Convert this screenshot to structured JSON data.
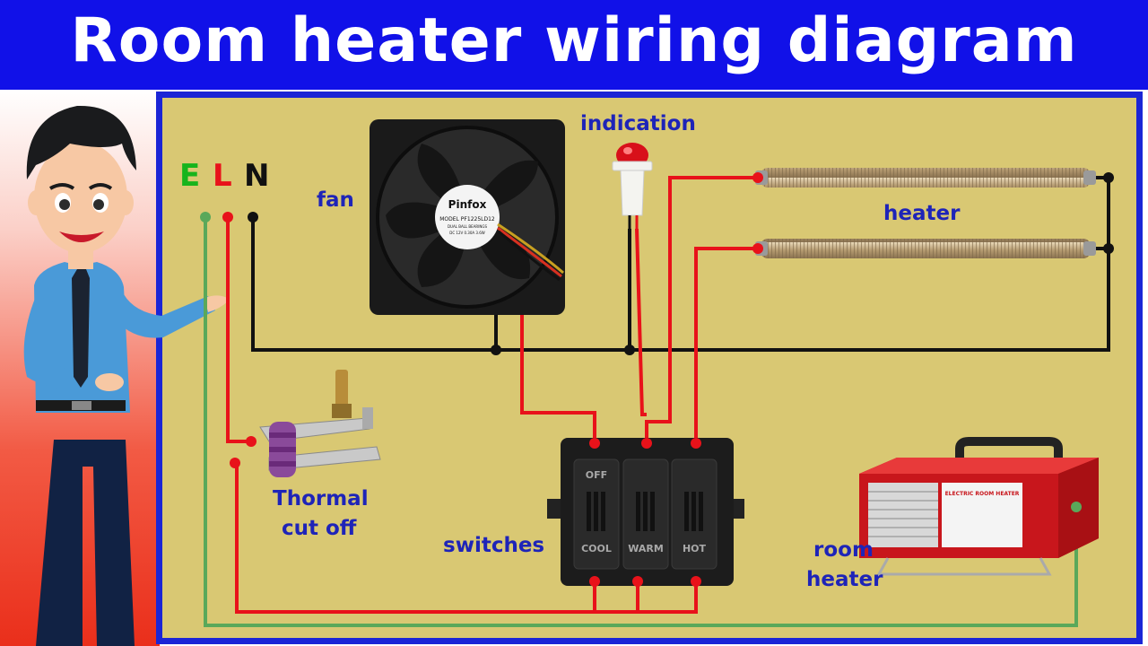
{
  "title": "Room heater wiring diagram",
  "terminals": {
    "e": "E",
    "l": "L",
    "n": "N"
  },
  "labels": {
    "fan": "fan",
    "indication": "indication",
    "heater": "heater",
    "thermal_cut_off": [
      "Thormal",
      "cut off"
    ],
    "switches": "switches",
    "room_heater": [
      "room",
      "heater"
    ]
  },
  "fan_brand": {
    "name": "Pinfox",
    "model": "MODEL PF1225LD12",
    "sub": "DUAL BALL BEARINGS",
    "rating": "DC 12V  0.30A  3.6W"
  },
  "switch_labels": {
    "off": "OFF",
    "cool": "COOL",
    "warm": "WARM",
    "hot": "HOT"
  },
  "product_label": "ELECTRIC ROOM HEATER",
  "colors": {
    "title_bg": "#1111e8",
    "board_bg": "#d9c873",
    "board_border": "#1b25d6",
    "wire_phase": "#e8121a",
    "wire_neutral": "#111111",
    "wire_earth": "#5aa85a",
    "earth_label": "#17b41c",
    "line_label": "#e8121a",
    "neutral_label": "#111111",
    "text_label": "#1e24b8"
  }
}
